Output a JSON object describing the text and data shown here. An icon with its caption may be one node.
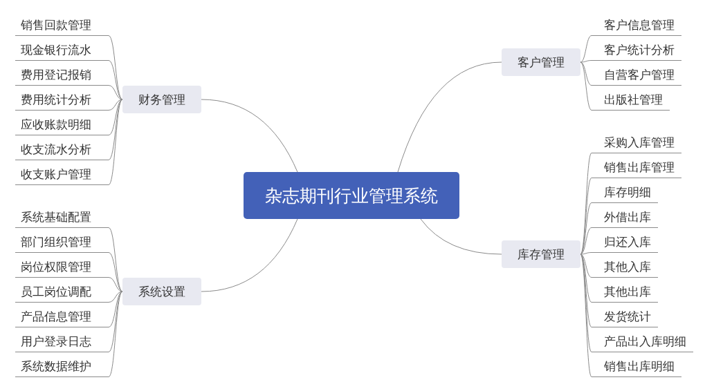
{
  "diagram": {
    "nodes": [
      {
        "text": [
          "杂志期刊行业管理系统"
        ]
      },
      {
        "text": [
          "财务管理"
        ]
      },
      {
        "text": [
          "销售回款管理"
        ]
      },
      {
        "text": [
          "现金银行流水"
        ]
      },
      {
        "text": [
          "费用登记报销"
        ]
      },
      {
        "text": [
          "费用统计分析"
        ]
      },
      {
        "text": [
          "应收账款明细"
        ]
      },
      {
        "text": [
          "收支流水分析"
        ]
      },
      {
        "text": [
          "收支账户管理"
        ]
      },
      {
        "text": [
          "系统设置"
        ]
      },
      {
        "text": [
          "系统基础配置"
        ]
      },
      {
        "text": [
          "部门组织管理"
        ]
      },
      {
        "text": [
          "岗位权限管理"
        ]
      },
      {
        "text": [
          "员工岗位调配"
        ]
      },
      {
        "text": [
          "产品信息管理"
        ]
      },
      {
        "text": [
          "用户登录日志"
        ]
      },
      {
        "text": [
          "系统数据维护"
        ]
      },
      {
        "text": [
          "客户管理"
        ]
      },
      {
        "text": [
          "客户信息管理"
        ]
      },
      {
        "text": [
          "客户统计分析"
        ]
      },
      {
        "text": [
          "自营客户管理"
        ]
      },
      {
        "text": [
          "出版社管理"
        ]
      },
      {
        "text": [
          "库存管理"
        ]
      },
      {
        "text": [
          "采购入库管理"
        ]
      },
      {
        "text": [
          "销售出库管理"
        ]
      },
      {
        "text": [
          "库存明细"
        ]
      },
      {
        "text": [
          "外借出库"
        ]
      },
      {
        "text": [
          "归还入库"
        ]
      },
      {
        "text": [
          "其他入库"
        ]
      },
      {
        "text": [
          "其他出库"
        ]
      },
      {
        "text": [
          "发货统计"
        ]
      },
      {
        "text": [
          "产品出入库明细"
        ]
      },
      {
        "text": [
          "销售出库明细"
        ]
      }
    ],
    "edges": [
      {
        "from": 0,
        "to": 1,
        "arrow": "none"
      },
      {
        "from": 1,
        "to": 2,
        "arrow": "none"
      },
      {
        "from": 1,
        "to": 3,
        "arrow": "none"
      },
      {
        "from": 1,
        "to": 4,
        "arrow": "none"
      },
      {
        "from": 1,
        "to": 5,
        "arrow": "none"
      },
      {
        "from": 1,
        "to": 6,
        "arrow": "none"
      },
      {
        "from": 1,
        "to": 7,
        "arrow": "none"
      },
      {
        "from": 1,
        "to": 8,
        "arrow": "none"
      },
      {
        "from": 0,
        "to": 9,
        "arrow": "none"
      },
      {
        "from": 9,
        "to": 10,
        "arrow": "none"
      },
      {
        "from": 9,
        "to": 11,
        "arrow": "none"
      },
      {
        "from": 9,
        "to": 12,
        "arrow": "none"
      },
      {
        "from": 9,
        "to": 13,
        "arrow": "none"
      },
      {
        "from": 9,
        "to": 14,
        "arrow": "none"
      },
      {
        "from": 9,
        "to": 15,
        "arrow": "none"
      },
      {
        "from": 9,
        "to": 16,
        "arrow": "none"
      },
      {
        "from": 0,
        "to": 17,
        "arrow": "none"
      },
      {
        "from": 17,
        "to": 18,
        "arrow": "none"
      },
      {
        "from": 17,
        "to": 19,
        "arrow": "none"
      },
      {
        "from": 17,
        "to": 20,
        "arrow": "none"
      },
      {
        "from": 17,
        "to": 21,
        "arrow": "none"
      },
      {
        "from": 0,
        "to": 22,
        "arrow": "none"
      },
      {
        "from": 22,
        "to": 23,
        "arrow": "none"
      },
      {
        "from": 22,
        "to": 24,
        "arrow": "none"
      },
      {
        "from": 22,
        "to": 25,
        "arrow": "none"
      },
      {
        "from": 22,
        "to": 26,
        "arrow": "none"
      },
      {
        "from": 22,
        "to": 27,
        "arrow": "none"
      },
      {
        "from": 22,
        "to": 28,
        "arrow": "none"
      },
      {
        "from": 22,
        "to": 29,
        "arrow": "none"
      },
      {
        "from": 22,
        "to": 30,
        "arrow": "none"
      },
      {
        "from": 22,
        "to": 31,
        "arrow": "none"
      },
      {
        "from": 22,
        "to": 32,
        "arrow": "none"
      }
    ]
  }
}
